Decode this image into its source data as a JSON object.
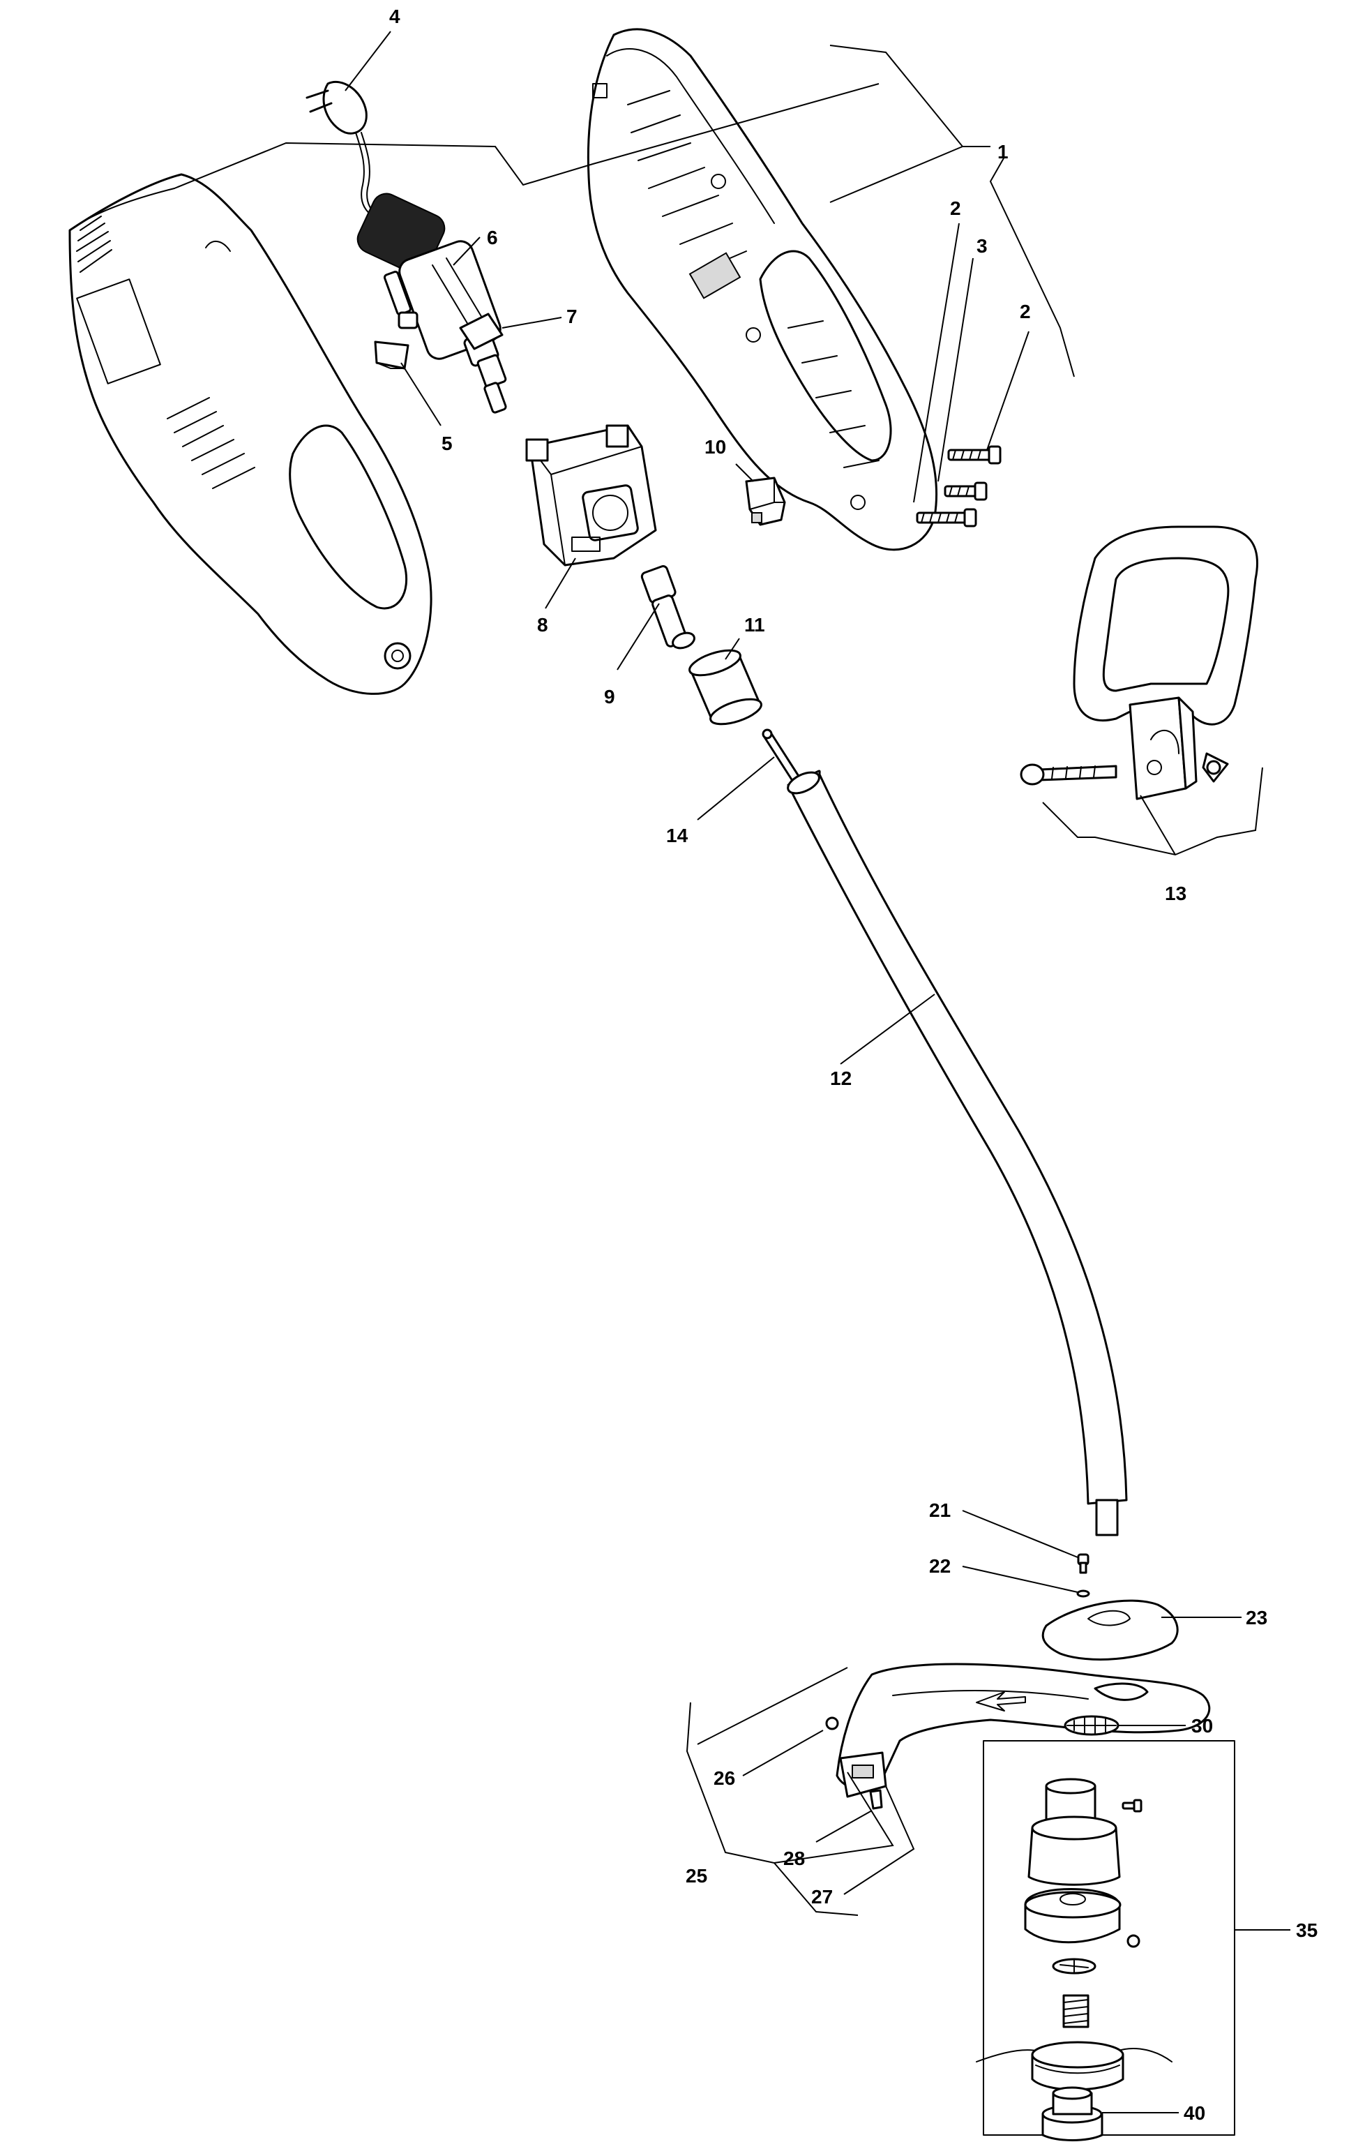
{
  "callouts": {
    "c1": "1",
    "c2a": "2",
    "c2b": "2",
    "c3": "3",
    "c4": "4",
    "c5": "5",
    "c6": "6",
    "c7": "7",
    "c8": "8",
    "c9": "9",
    "c10": "10",
    "c11": "11",
    "c12": "12",
    "c13": "13",
    "c14": "14",
    "c21": "21",
    "c22": "22",
    "c23": "23",
    "c25": "25",
    "c26": "26",
    "c27": "27",
    "c28": "28",
    "c30": "30",
    "c35": "35",
    "c40": "40"
  }
}
